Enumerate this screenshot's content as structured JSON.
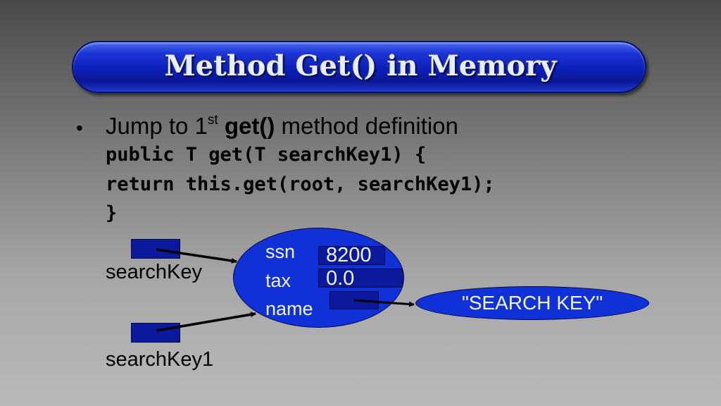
{
  "title": "Method Get() in Memory",
  "bullet": {
    "dot": "•",
    "prefix": "Jump to 1",
    "superscript": "st",
    "bold": "get()",
    "suffix": " method definition"
  },
  "code_lines": [
    "public T get(T searchKey1) {",
    "return this.get(root, searchKey1);",
    "}"
  ],
  "variables": {
    "search_key": "searchKey",
    "search_key1": "searchKey1"
  },
  "object": {
    "fields": [
      {
        "name": "ssn",
        "value": "8200"
      },
      {
        "name": "tax",
        "value": "0.0"
      },
      {
        "name": "name",
        "value": ""
      }
    ]
  },
  "string_object": "\"SEARCH KEY\"",
  "colors": {
    "object_fill": "#1030d8",
    "reference_box": "#0b1a9c",
    "title_bar": "#0c1fb8"
  }
}
